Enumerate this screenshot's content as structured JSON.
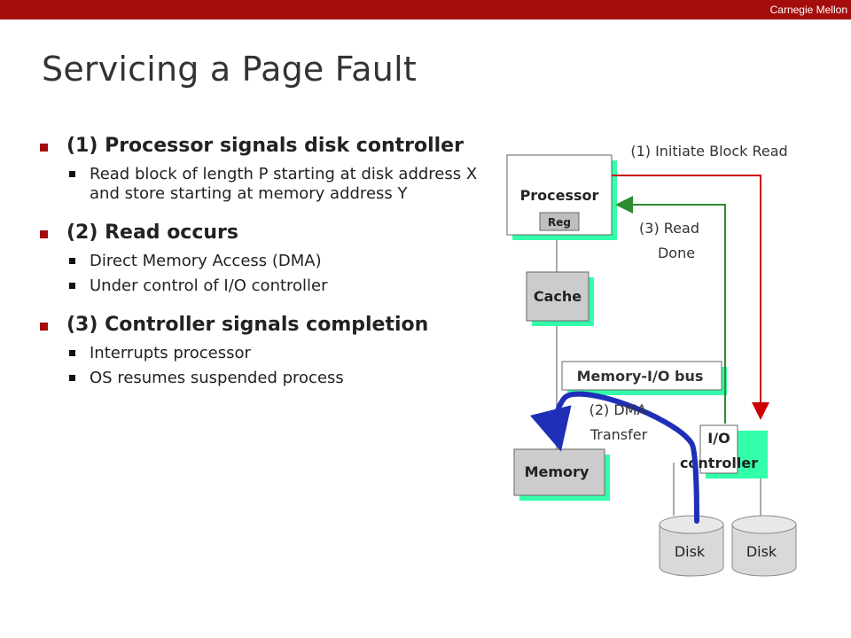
{
  "header": {
    "brand": "Carnegie Mellon"
  },
  "slide": {
    "title": "Servicing a Page Fault"
  },
  "bullets": [
    {
      "text": "(1) Processor signals disk controller",
      "sub": [
        "Read block of length P starting at disk address X and store starting at memory address Y"
      ]
    },
    {
      "text": "(2) Read occurs",
      "sub": [
        "Direct Memory Access (DMA)",
        "Under control of I/O controller"
      ]
    },
    {
      "text": "(3) Controller signals completion",
      "sub": [
        "Interrupts processor",
        "OS resumes suspended process"
      ]
    }
  ],
  "diagram": {
    "processor": "Processor",
    "reg": "Reg",
    "cache": "Cache",
    "bus": "Memory-I/O bus",
    "memory": "Memory",
    "io_line1": "I/O",
    "io_line2": "controller",
    "disk1": "Disk",
    "disk2": "Disk",
    "label_initiate": "(1) Initiate Block Read",
    "label_read_line1": "(3) Read",
    "label_read_line2": "Done",
    "label_dma_line1": "(2) DMA",
    "label_dma_line2": "Transfer",
    "colors": {
      "arrow_red": "#cc0000",
      "arrow_green": "#2e8b2e",
      "dma_blue": "#1f2fb8",
      "shadow": "#33ffaa",
      "accent": "#a50d0d"
    }
  }
}
